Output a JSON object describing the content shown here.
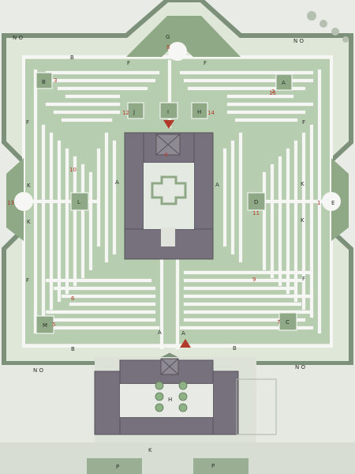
{
  "labels": {
    "b_top": "B",
    "f_top_left": "F",
    "f_top_right": "F",
    "g_top": "G",
    "no_top_left": "N O",
    "no_top_right": "N O",
    "f_left": "F",
    "f_right": "F",
    "k_left_top": "K",
    "k_left_bottom": "K",
    "k_right_top": "K",
    "k_right_bottom": "K",
    "e_right": "E",
    "a_left": "A",
    "a_right": "A",
    "a_bottom_left": "A",
    "a_bottom_right": "A",
    "b_bottom_left": "B",
    "b_bottom_right": "B",
    "f_left_bottom": "F",
    "f_right_bottom": "F",
    "no_bottom_left": "N O",
    "no_bottom_right": "N O",
    "k_bottom": "K",
    "p_bottom_left": "P",
    "p_bottom_right": "P",
    "plot_b": "B",
    "plot_a": "A",
    "plot_j": "J",
    "plot_i": "I",
    "plot_h": "H",
    "plot_l": "L",
    "plot_d": "D",
    "plot_m": "M",
    "plot_c": "C",
    "court_h": "H"
  },
  "numbers": {
    "n8": "8",
    "n3": "3",
    "n2": "2",
    "n12": "12",
    "n14": "14",
    "n4": "4",
    "n10": "10",
    "n13": "13",
    "n1": "1",
    "n11": "11",
    "n9": "9",
    "n6": "6",
    "n5": "5",
    "n7": "7",
    "n15": "15"
  }
}
